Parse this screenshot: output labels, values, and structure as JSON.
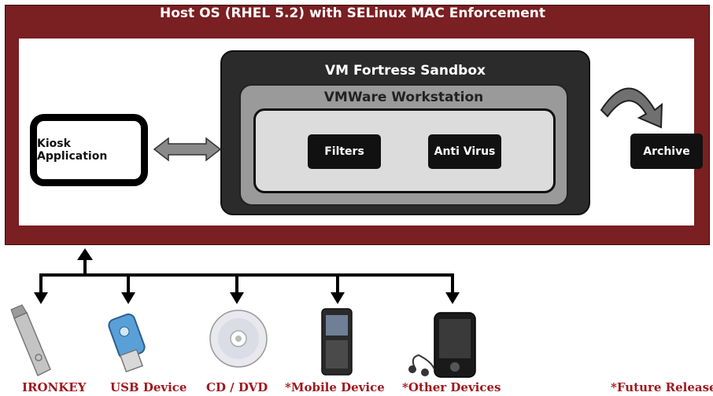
{
  "host": {
    "title": "Host OS (RHEL 5.2) with SELinux MAC Enforcement",
    "color": "#7a1f22"
  },
  "kiosk": {
    "label": "Kiosk Application"
  },
  "sandbox": {
    "title": "VM Fortress Sandbox",
    "vmware": {
      "title": "VMWare Workstation",
      "modules": [
        "Filters",
        "Anti Virus"
      ]
    }
  },
  "archive": {
    "label": "Archive"
  },
  "devices": [
    {
      "label": "IRONKEY",
      "icon": "ironkey-usb-icon"
    },
    {
      "label": "USB Device",
      "icon": "usb-drive-icon"
    },
    {
      "label": "CD / DVD",
      "icon": "disc-icon"
    },
    {
      "label": "*Mobile Device",
      "icon": "mobile-phone-icon"
    },
    {
      "label": "*Other Devices",
      "icon": "media-player-icon"
    }
  ],
  "footnote": "*Future Release",
  "label_color": "#a0181e"
}
